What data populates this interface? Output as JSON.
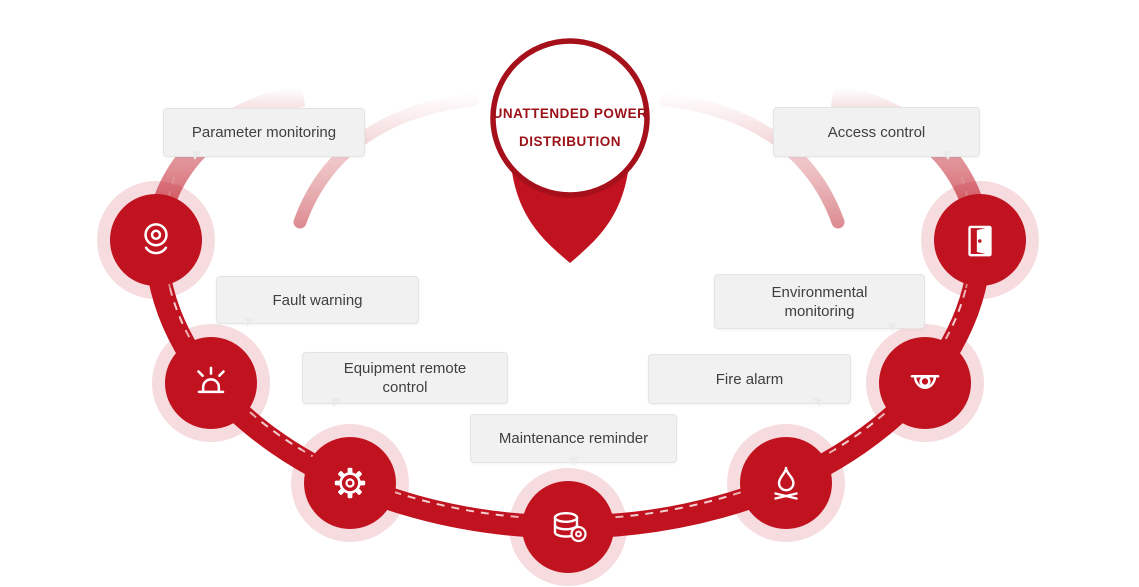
{
  "center": {
    "title_line1": "UNATTENDED POWER",
    "title_line2": "DISTRIBUTION"
  },
  "nodes": [
    {
      "id": "parameter-monitoring",
      "label": "Parameter monitoring",
      "icon": "webcam-icon"
    },
    {
      "id": "fault-warning",
      "label": "Fault warning",
      "icon": "siren-icon"
    },
    {
      "id": "equipment-remote-control",
      "label": "Equipment remote control",
      "icon": "gear-icon"
    },
    {
      "id": "maintenance-reminder",
      "label": "Maintenance reminder",
      "icon": "database-icon"
    },
    {
      "id": "fire-alarm",
      "label": "Fire alarm",
      "icon": "flame-icon"
    },
    {
      "id": "environmental-monitoring",
      "label": "Environmental monitoring",
      "icon": "dome-camera-icon"
    },
    {
      "id": "access-control",
      "label": "Access control",
      "icon": "door-icon"
    }
  ],
  "colors": {
    "primary_red": "#c1121f",
    "dark_red_border": "#a6101b",
    "dark_red_text": "#9b1118",
    "halo_pink": "#f3d9db",
    "label_bg": "#f1f1f1",
    "label_text": "#3f3f3f"
  }
}
